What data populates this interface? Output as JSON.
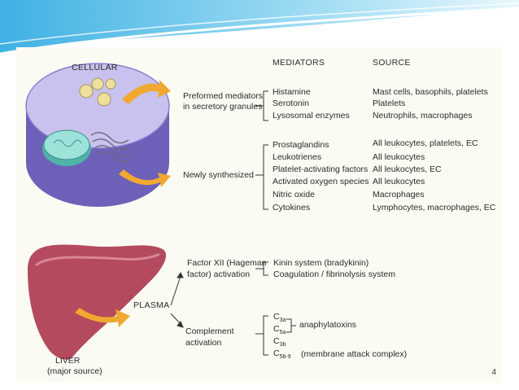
{
  "headers": {
    "cellular": "CELLULAR",
    "mediators": "MEDIATORS",
    "source": "SOURCE"
  },
  "cellular": {
    "preformed": {
      "label_line1": "Preformed mediators",
      "label_line2": "in secretory granules",
      "rows": [
        {
          "mediator": "Histamine",
          "source": "Mast cells, basophils, platelets"
        },
        {
          "mediator": "Serotonin",
          "source": "Platelets"
        },
        {
          "mediator": "Lysosomal enzymes",
          "source": "Neutrophils, macrophages"
        }
      ]
    },
    "synthesized": {
      "label": "Newly synthesized",
      "rows": [
        {
          "mediator": "Prostaglandins",
          "source": "All leukocytes, platelets, EC"
        },
        {
          "mediator": "Leukotrienes",
          "source": "All leukocytes"
        },
        {
          "mediator": "Platelet-activating factors",
          "source": "All leukocytes, EC"
        },
        {
          "mediator": "Activated oxygen species",
          "source": "All leukocytes"
        },
        {
          "mediator": "Nitric oxide",
          "source": "Macrophages"
        },
        {
          "mediator": "Cytokines",
          "source": "Lymphocytes, macrophages, EC"
        }
      ]
    }
  },
  "plasma": {
    "label": "PLASMA",
    "factor12": {
      "label_line1": "Factor XII (Hageman",
      "label_line2": "factor) activation",
      "items": [
        "Kinin system (bradykinin)",
        "Coagulation / fibrinolysis system"
      ]
    },
    "complement": {
      "label_line1": "Complement",
      "label_line2": "activation",
      "items": [
        {
          "base": "C",
          "sub": "3a"
        },
        {
          "base": "C",
          "sub": "5a"
        },
        {
          "base": "C",
          "sub": "3b"
        },
        {
          "base": "C",
          "sub": "5b-9"
        }
      ],
      "anaphylatoxins": "anaphylatoxins",
      "mac": "(membrane attack complex)"
    }
  },
  "liver": {
    "line1": "LIVER",
    "line2": "(major source)"
  },
  "page_number": "4",
  "colors": {
    "cell_body": "#9b8fd6",
    "nucleus": "#7fd3c9",
    "liver": "#b44a5e",
    "arrow": "#f0a830",
    "header_wave": "#5bbfe6"
  }
}
